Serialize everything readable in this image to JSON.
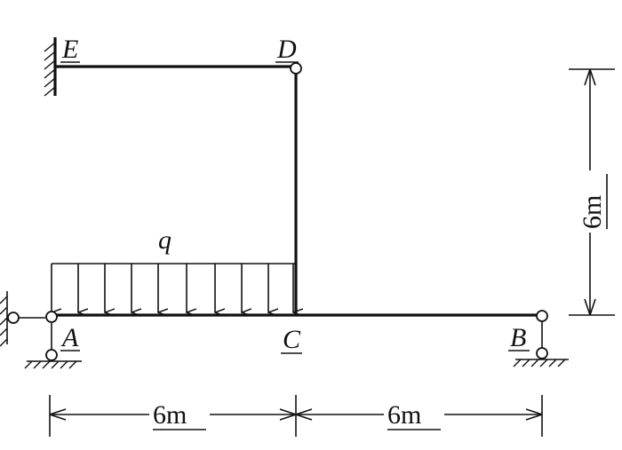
{
  "labels": {
    "E": "E",
    "D": "D",
    "A": "A",
    "C": "C",
    "B": "B",
    "q": "q"
  },
  "dimensions": {
    "span_ac": "6m",
    "span_cb": "6m",
    "height_cd": "6m"
  }
}
